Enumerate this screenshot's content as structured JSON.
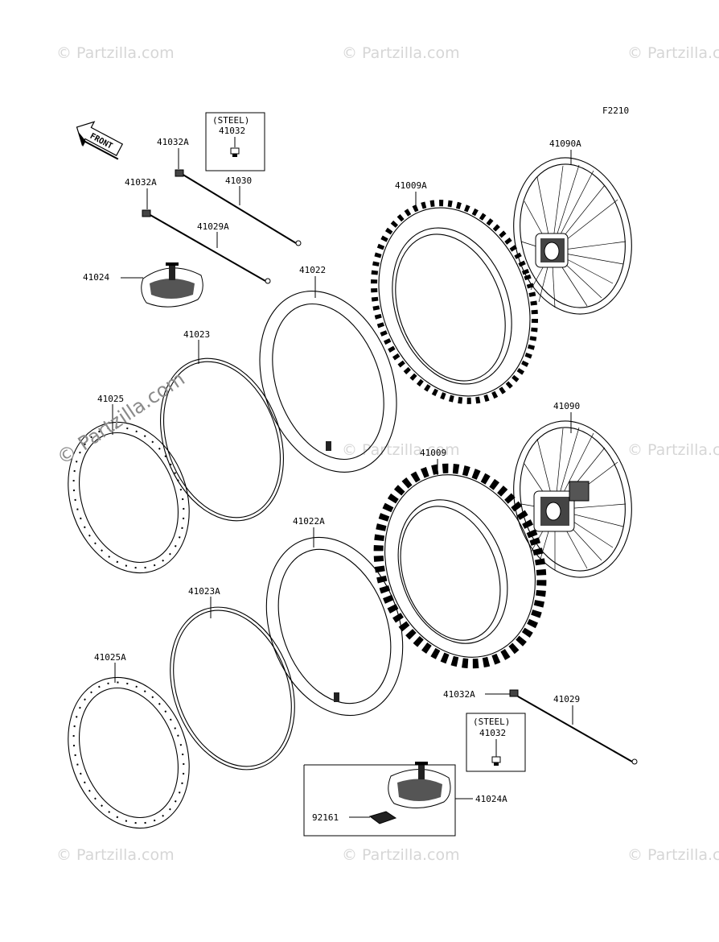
{
  "figure_code": "F2210",
  "front_arrow_text": "FRONT",
  "watermark_text": "© Partzilla.com",
  "steel_box_top": {
    "title": "(STEEL)",
    "part": "41032"
  },
  "steel_box_bottom": {
    "title": "(STEEL)",
    "part": "41032"
  },
  "labels": {
    "p41032A_1": "41032A",
    "p41032A_2": "41032A",
    "p41032A_3": "41032A",
    "p41030": "41030",
    "p41029A": "41029A",
    "p41029": "41029",
    "p41024": "41024",
    "p41024A": "41024A",
    "p92161": "92161",
    "p41022": "41022",
    "p41022A": "41022A",
    "p41023": "41023",
    "p41023A": "41023A",
    "p41025": "41025",
    "p41025A": "41025A",
    "p41009A": "41009A",
    "p41009": "41009",
    "p41090A": "41090A",
    "p41090": "41090"
  }
}
